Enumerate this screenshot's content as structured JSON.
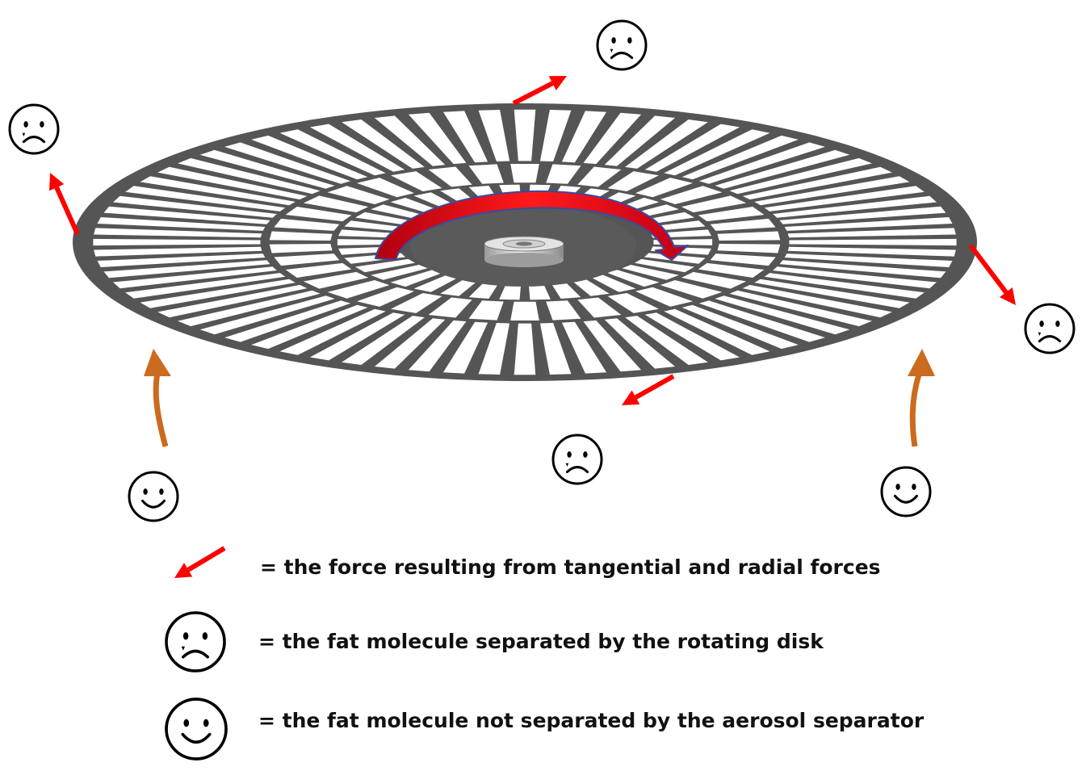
{
  "colors": {
    "disk": "#555555",
    "force_arrow": "#ff0000",
    "inflow_arrow": "#cc6a1e",
    "rotation_arrow_fill": "#e8101a",
    "rotation_arrow_edge": "#3a4aa0",
    "face_stroke": "#000000"
  },
  "icons": {
    "force_arrow": "arrow-icon",
    "separated_molecule": "sad-face-icon",
    "not_separated_molecule": "smiley-face-icon"
  },
  "legend": {
    "force": "= the force resulting from tangential and radial forces",
    "separated": "= the fat molecule separated by the rotating disk",
    "not_separated": "= the fat molecule not separated by the aerosol separator"
  }
}
